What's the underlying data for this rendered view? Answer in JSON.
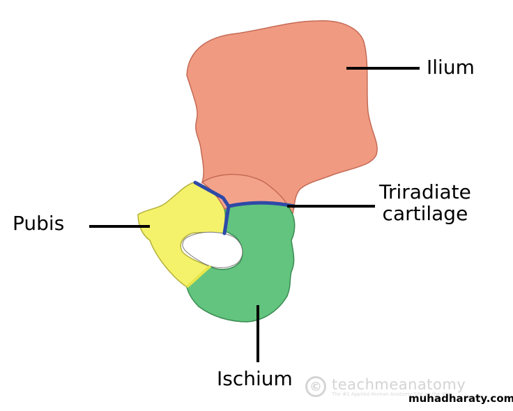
{
  "labels": {
    "ilium": "Ilium",
    "triradiate_line1": "Triradiate",
    "triradiate_line2": "cartilage",
    "pubis": "Pubis",
    "ischium": "Ischium"
  },
  "watermark": {
    "brand": "teachmeanatomy",
    "tagline": "The #1 Applied Human Anatomy Site on the Web."
  },
  "credit": "muhadharaty.com",
  "colors": {
    "ilium": "#f09a82",
    "ilium_stroke": "#c46a55",
    "pubis": "#f4f26a",
    "pubis_stroke": "#b3b03a",
    "ischium": "#62c47e",
    "ischium_stroke": "#3a8a52",
    "acetabulum_upper": "#f4a38b",
    "triradiate": "#2e4aa8",
    "leader": "#000000"
  }
}
